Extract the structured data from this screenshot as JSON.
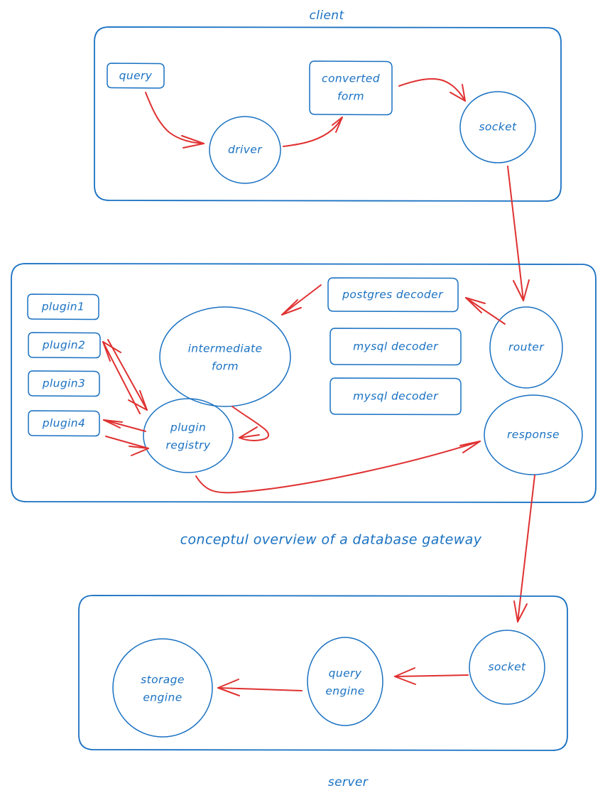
{
  "diagram": {
    "caption": "conceptul overview of a database gateway",
    "colors": {
      "node_stroke": "#1971c2",
      "node_text": "#1971c2",
      "arrow": "#e03131",
      "background": "#ffffff"
    },
    "groups": {
      "client": {
        "title": "client",
        "title_position": "top",
        "nodes": {
          "query": "query",
          "driver": "driver",
          "converted_form": "converted\nform",
          "converted_form_line1": "converted",
          "converted_form_line2": "form",
          "socket": "socket"
        }
      },
      "gateway": {
        "title": "",
        "nodes": {
          "plugin1": "plugin1",
          "plugin2": "plugin2",
          "plugin3": "plugin3",
          "plugin4": "plugin4",
          "intermediate_form_line1": "intermediate",
          "intermediate_form_line2": "form",
          "plugin_registry_line1": "plugin",
          "plugin_registry_line2": "registry",
          "postgres_decoder": "postgres decoder",
          "mysql_decoder_1": "mysql decoder",
          "mysql_decoder_2": "mysql decoder",
          "router": "router",
          "response": "response"
        }
      },
      "server": {
        "title": "server",
        "title_position": "bottom",
        "nodes": {
          "storage_engine_line1": "storage",
          "storage_engine_line2": "engine",
          "query_engine_line1": "query",
          "query_engine_line2": "engine",
          "socket": "socket"
        }
      }
    },
    "edges": [
      {
        "from": "query",
        "to": "driver",
        "style": "curved-arrow"
      },
      {
        "from": "driver",
        "to": "converted form",
        "style": "curved-arrow"
      },
      {
        "from": "converted form",
        "to": "socket (client)",
        "style": "curved-arrow"
      },
      {
        "from": "socket (client)",
        "to": "router",
        "style": "straight-arrow"
      },
      {
        "from": "router",
        "to": "postgres decoder",
        "style": "straight-arrow"
      },
      {
        "from": "postgres decoder",
        "to": "intermediate form",
        "style": "straight-arrow"
      },
      {
        "from": "plugin registry",
        "to": "plugin2",
        "style": "double-arrow"
      },
      {
        "from": "plugin registry",
        "to": "plugin4",
        "style": "double-arrow"
      },
      {
        "from": "intermediate form",
        "to": "plugin registry",
        "style": "curved-arrow"
      },
      {
        "from": "plugin registry",
        "to": "response",
        "style": "curved-arrow"
      },
      {
        "from": "response",
        "to": "socket (server)",
        "style": "straight-arrow"
      },
      {
        "from": "socket (server)",
        "to": "query engine",
        "style": "straight-arrow"
      },
      {
        "from": "query engine",
        "to": "storage engine",
        "style": "straight-arrow"
      }
    ]
  }
}
